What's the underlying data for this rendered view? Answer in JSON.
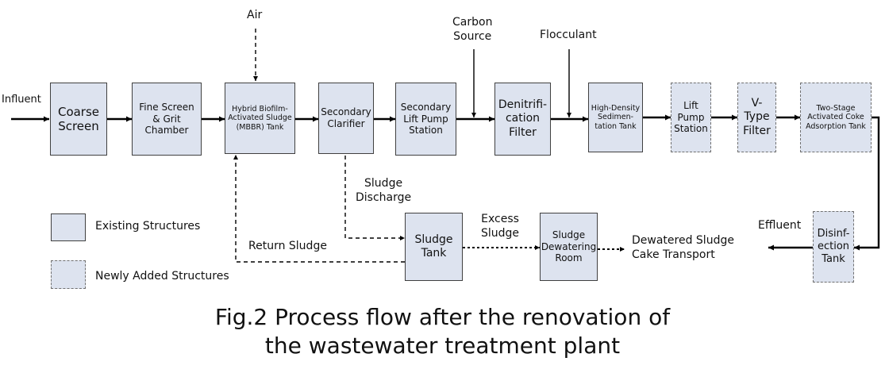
{
  "diagram": {
    "boxes": {
      "coarse_screen": {
        "label": "Coarse\nScreen",
        "type": "existing"
      },
      "fine_screen": {
        "label": "Fine Screen\n& Grit\nChamber",
        "type": "existing"
      },
      "hybrid_mbbr": {
        "label": "Hybrid Biofilm-\nActivated Sludge\n(MBBR) Tank",
        "type": "existing"
      },
      "secondary_clarifier": {
        "label": "Secondary\nClarifier",
        "type": "existing"
      },
      "lift_pump_secondary": {
        "label": "Secondary\nLift Pump\nStation",
        "type": "existing"
      },
      "denitrification_filter": {
        "label": "Denitrifi-\ncation\nFilter",
        "type": "existing"
      },
      "high_density_tank": {
        "label": "High-Density\nSedimen-\ntation Tank",
        "type": "existing"
      },
      "lift_pump_station": {
        "label": "Lift\nPump\nStation",
        "type": "new"
      },
      "v_type_filter": {
        "label": "V-\nType\nFilter",
        "type": "new"
      },
      "activated_coke_tank": {
        "label": "Two-Stage\nActivated Coke\nAdsorption Tank",
        "type": "new"
      },
      "disinfection_tank": {
        "label": "Disinf-\nection\nTank",
        "type": "new"
      },
      "sludge_tank": {
        "label": "Sludge\nTank",
        "type": "existing"
      },
      "sludge_dewatering": {
        "label": "Sludge\nDewatering\nRoom",
        "type": "existing"
      }
    },
    "labels": {
      "influent": "Influent",
      "air": "Air",
      "carbon_source": "Carbon\nSource",
      "flocculant": "Flocculant",
      "effluent": "Effluent",
      "sludge_discharge": "Sludge\nDischarge",
      "excess_sludge": "Excess\nSludge",
      "return_sludge": "Return Sludge",
      "dewatered_cake": "Dewatered Sludge\nCake Transport"
    },
    "legend": {
      "existing": "Existing Structures",
      "new": "Newly Added Structures"
    },
    "caption": {
      "line1": "Fig.2 Process flow after the renovation of",
      "line2": "the wastewater treatment plant"
    }
  }
}
